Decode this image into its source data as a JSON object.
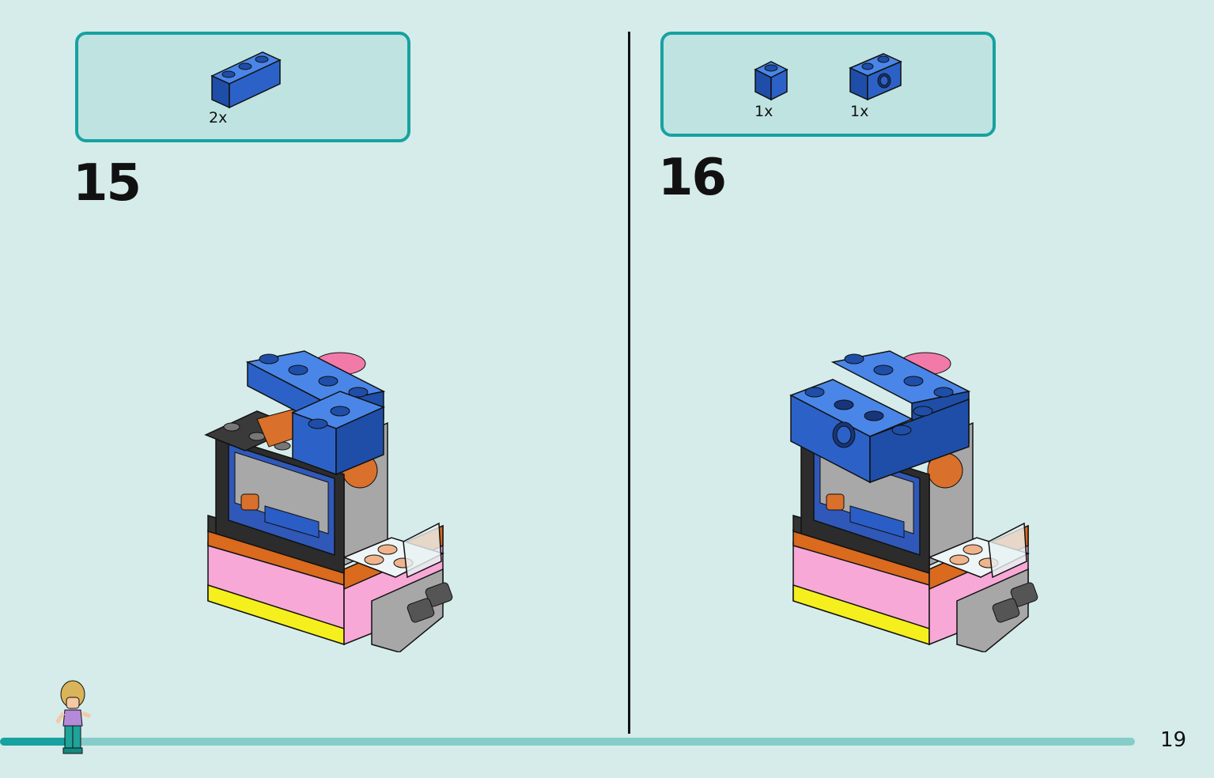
{
  "steps": [
    {
      "number": "15",
      "parts": [
        {
          "icon": "blue-brick-1x3-icon",
          "qty": "2x",
          "color": "#2c62c8"
        }
      ]
    },
    {
      "number": "16",
      "parts": [
        {
          "icon": "blue-brick-1x1-icon",
          "qty": "1x",
          "color": "#2c62c8"
        },
        {
          "icon": "blue-technic-brick-1x2-hole-icon",
          "qty": "1x",
          "color": "#2c62c8"
        }
      ]
    }
  ],
  "page": {
    "number": "19",
    "progress": 0.06
  },
  "colors": {
    "teal": "#17a2a0",
    "background": "#d5ecea",
    "brick_blue": "#2c62c8",
    "pink": "#f7a8d6",
    "yellow": "#f5ef1e"
  }
}
